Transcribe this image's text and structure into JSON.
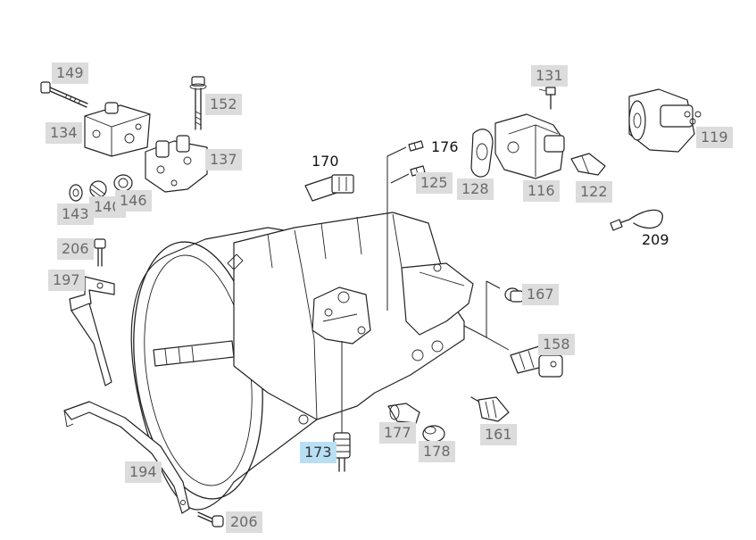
{
  "diagram": {
    "labels": [
      {
        "id": "149",
        "text": "149",
        "style": "gray"
      },
      {
        "id": "152",
        "text": "152",
        "style": "gray"
      },
      {
        "id": "134",
        "text": "134",
        "style": "gray"
      },
      {
        "id": "137",
        "text": "137",
        "style": "gray"
      },
      {
        "id": "143",
        "text": "143",
        "style": "gray"
      },
      {
        "id": "140",
        "text": "140",
        "style": "gray"
      },
      {
        "id": "146",
        "text": "146",
        "style": "gray"
      },
      {
        "id": "170",
        "text": "170",
        "style": "plain"
      },
      {
        "id": "176",
        "text": "176",
        "style": "plain"
      },
      {
        "id": "125",
        "text": "125",
        "style": "gray"
      },
      {
        "id": "131",
        "text": "131",
        "style": "gray"
      },
      {
        "id": "128",
        "text": "128",
        "style": "gray"
      },
      {
        "id": "116",
        "text": "116",
        "style": "gray"
      },
      {
        "id": "122",
        "text": "122",
        "style": "gray"
      },
      {
        "id": "119",
        "text": "119",
        "style": "gray"
      },
      {
        "id": "209",
        "text": "209",
        "style": "plain"
      },
      {
        "id": "206a",
        "text": "206",
        "style": "gray"
      },
      {
        "id": "197",
        "text": "197",
        "style": "gray"
      },
      {
        "id": "167",
        "text": "167",
        "style": "gray"
      },
      {
        "id": "158",
        "text": "158",
        "style": "gray"
      },
      {
        "id": "177",
        "text": "177",
        "style": "gray"
      },
      {
        "id": "178",
        "text": "178",
        "style": "gray"
      },
      {
        "id": "161",
        "text": "161",
        "style": "gray"
      },
      {
        "id": "173",
        "text": "173",
        "style": "selected"
      },
      {
        "id": "194",
        "text": "194",
        "style": "gray"
      },
      {
        "id": "206b",
        "text": "206",
        "style": "gray"
      }
    ]
  }
}
